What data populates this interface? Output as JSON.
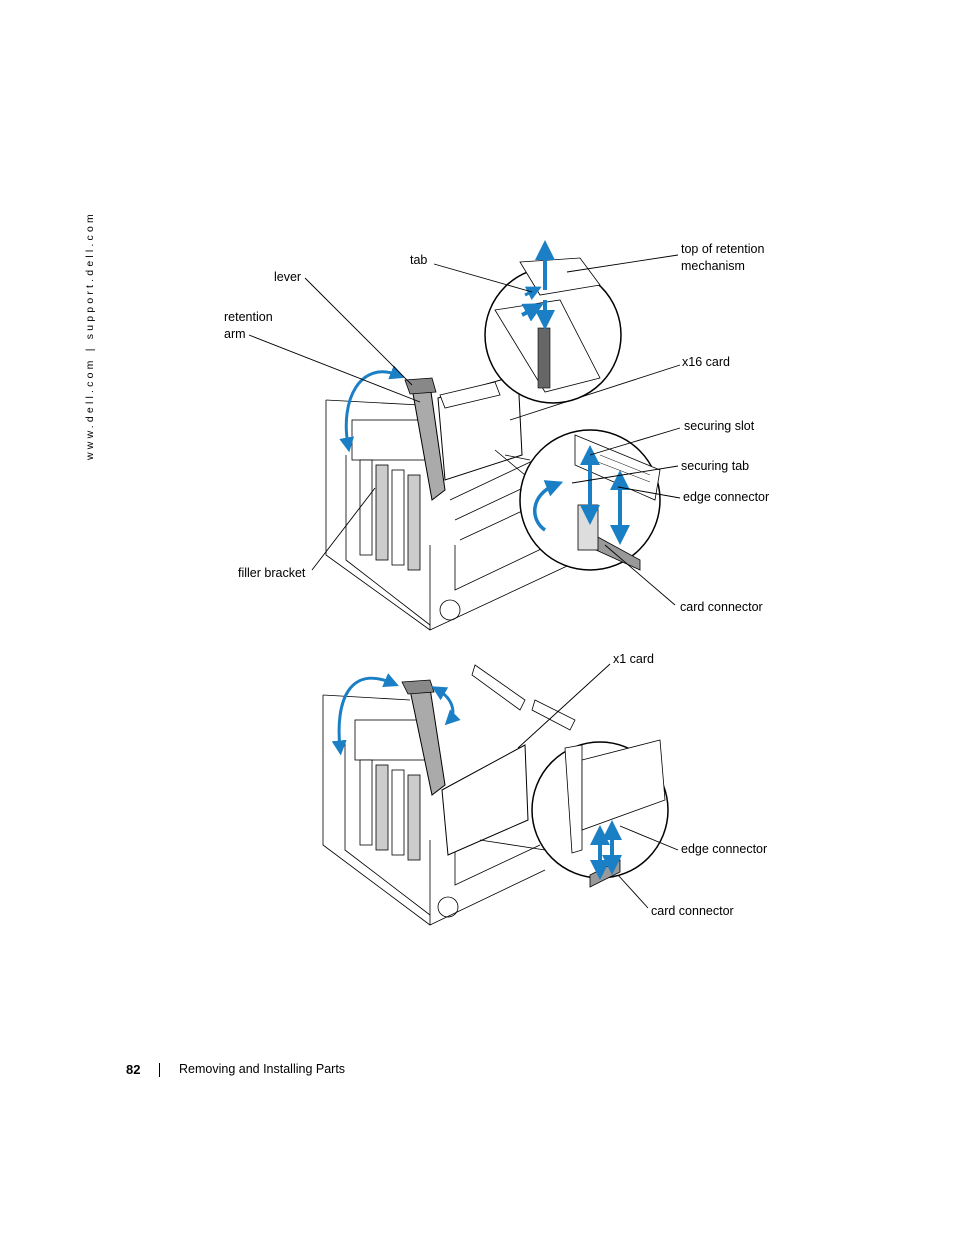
{
  "side_url": "www.dell.com | support.dell.com",
  "figure_top": {
    "labels": {
      "tab": "tab",
      "top_of_retention": "top of retention",
      "mechanism": "mechanism",
      "lever": "lever",
      "retention": "retention",
      "arm": "arm",
      "x16_card": "x16 card",
      "securing_slot": "securing slot",
      "securing_tab": "securing tab",
      "edge_connector": "edge connector",
      "filler_bracket": "filler bracket",
      "card_connector": "card connector"
    }
  },
  "figure_bottom": {
    "labels": {
      "x1_card": "x1 card",
      "edge_connector": "edge connector",
      "card_connector": "card connector"
    }
  },
  "footer": {
    "page_number": "82",
    "section_title": "Removing and Installing Parts"
  },
  "colors": {
    "arrow_blue": "#1a7fc4",
    "line": "#000000"
  }
}
